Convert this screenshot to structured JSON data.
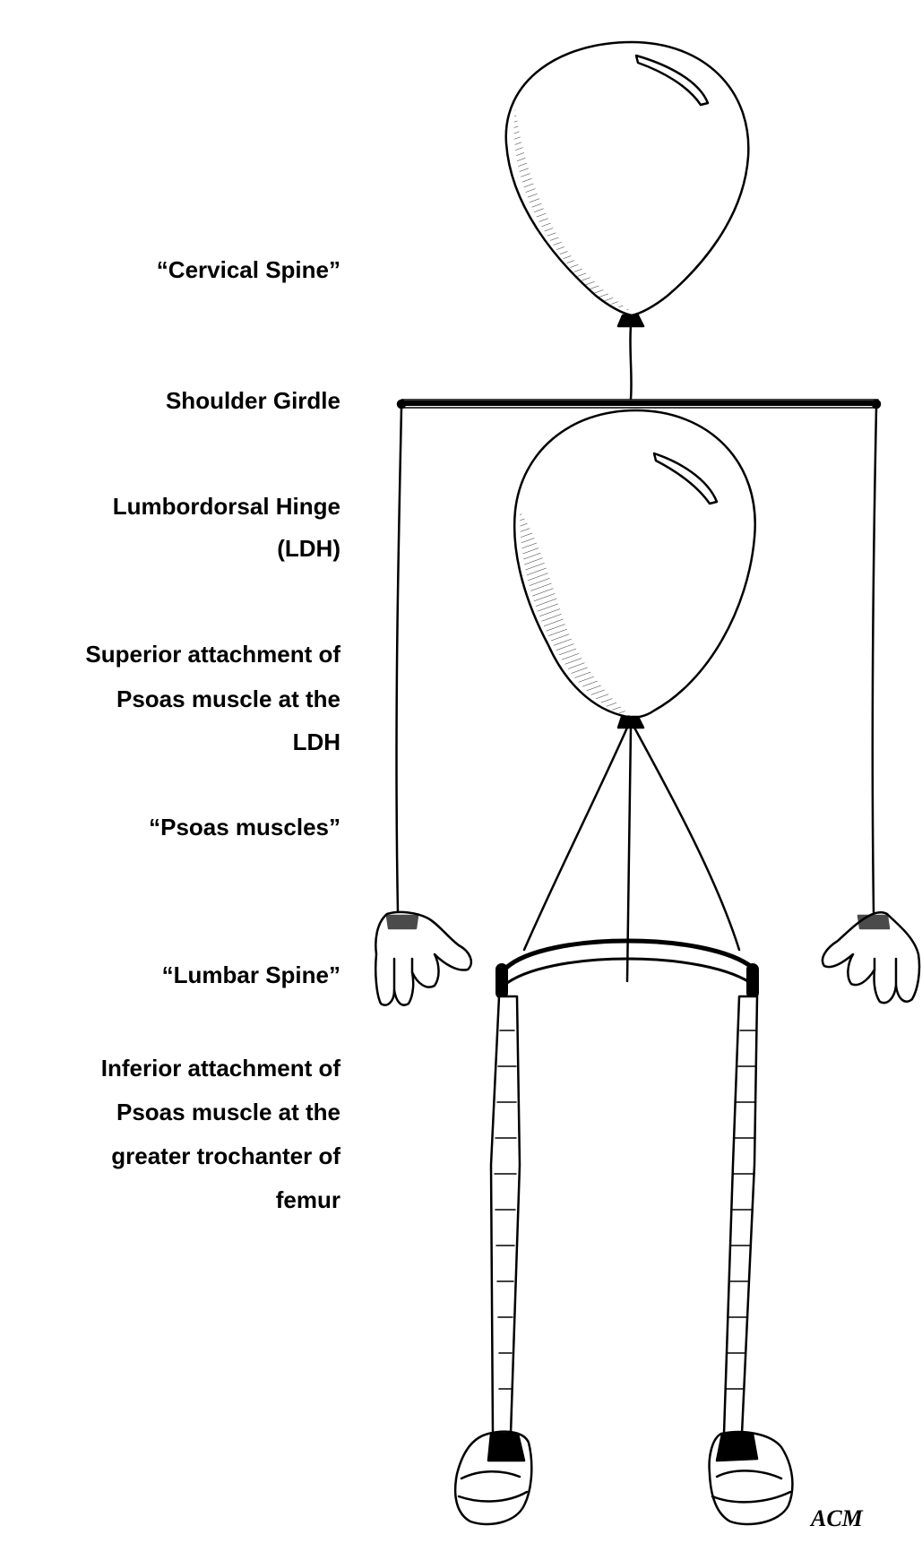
{
  "labels": {
    "cervical_spine": "“Cervical Spine”",
    "shoulder_girdle": "Shoulder Girdle",
    "ldh_line1": "Lumbordorsal Hinge",
    "ldh_line2": "(LDH)",
    "superior_line1": "Superior attachment of",
    "superior_line2": "Psoas muscle at the",
    "superior_line3": "LDH",
    "psoas_muscles": "“Psoas muscles”",
    "lumbar_spine": "“Lumbar Spine”",
    "inferior_line1": "Inferior attachment of",
    "inferior_line2": "Psoas muscle at the",
    "inferior_line3": "greater trochanter of",
    "inferior_line4": "femur"
  },
  "signature": "ACM",
  "colors": {
    "ink": "#000000",
    "background": "#ffffff"
  }
}
